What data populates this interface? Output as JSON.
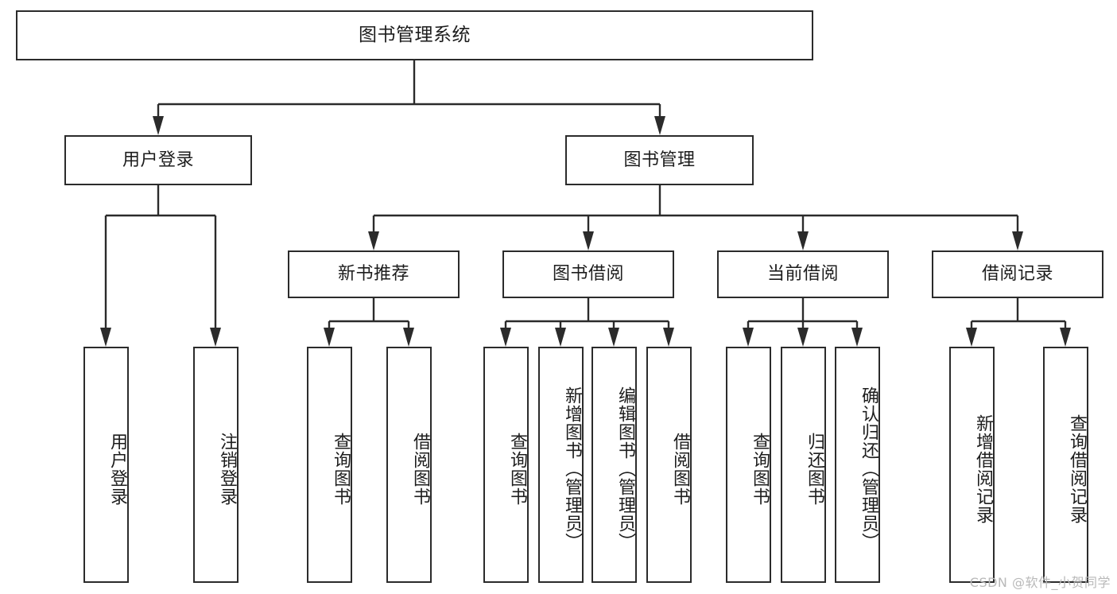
{
  "diagram": {
    "title": "图书管理系统",
    "type": "tree-hierarchy",
    "watermark": "CSDN @软件_小贺同学",
    "colors": {
      "stroke": "#2b2b2b",
      "fill": "#ffffff",
      "text": "#1d1d1d",
      "watermark": "#b9b9b9"
    },
    "nodes": {
      "root": {
        "label": "图书管理系统"
      },
      "level2": [
        {
          "label": "用户登录"
        },
        {
          "label": "图书管理"
        }
      ],
      "level3": [
        {
          "label": "新书推荐"
        },
        {
          "label": "图书借阅"
        },
        {
          "label": "当前借阅"
        },
        {
          "label": "借阅记录"
        }
      ],
      "leaves": {
        "user_login": [
          {
            "label": "用户登录"
          },
          {
            "label": "注销登录"
          }
        ],
        "new_book": [
          {
            "label": "查询图书"
          },
          {
            "label": "借阅图书"
          }
        ],
        "book_borrow": [
          {
            "label": "查询图书"
          },
          {
            "label": "新增图书（管理员）"
          },
          {
            "label": "编辑图书（管理员）"
          },
          {
            "label": "借阅图书"
          }
        ],
        "current_borrow": [
          {
            "label": "查询图书"
          },
          {
            "label": "归还图书"
          },
          {
            "label": "确认归还（管理员）"
          }
        ],
        "borrow_record": [
          {
            "label": "新增借阅记录"
          },
          {
            "label": "查询借阅记录"
          }
        ]
      }
    }
  }
}
